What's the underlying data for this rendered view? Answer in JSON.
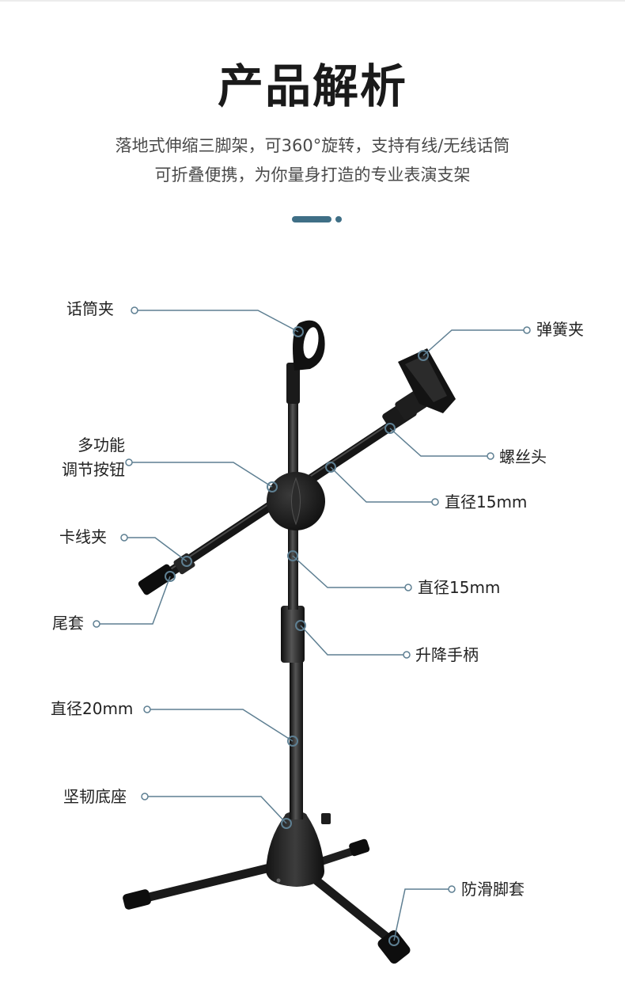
{
  "header": {
    "title": "产品解析",
    "subtitle_line1": "落地式伸缩三脚架，可360°旋转，支持有线/无线话筒",
    "subtitle_line2": "可折叠便携，为你量身打造的专业表演支架"
  },
  "accent_color": "#3f6f86",
  "labels": {
    "mic_clip": "话筒夹",
    "spring_clip": "弹簧夹",
    "multi_knob_line1": "多功能",
    "multi_knob_line2": "调节按钮",
    "screw_head": "螺丝头",
    "diameter_boom": "直径15mm",
    "cable_clip": "卡线夹",
    "diameter_pole": "直径15mm",
    "tail_cap": "尾套",
    "lift_handle": "升降手柄",
    "diameter_lower": "直径20mm",
    "base": "坚韧底座",
    "foot_cap": "防滑脚套"
  }
}
